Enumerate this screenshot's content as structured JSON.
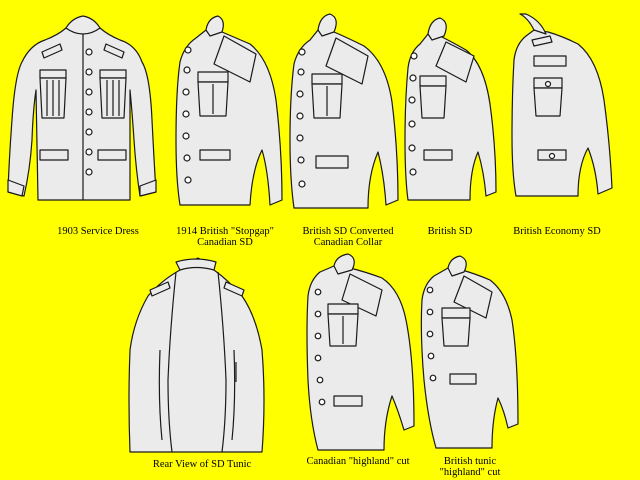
{
  "colors": {
    "background": "#ffff00",
    "garment": "#ebebeb",
    "outline": "#1a1a1a",
    "lining": "#f2e64a"
  },
  "tunics": [
    {
      "name": "1903-service-dress",
      "caption": [
        "1903 Service Dress"
      ]
    },
    {
      "name": "1914-british-stopgap",
      "caption": [
        "1914 British \"Stopgap\"",
        "Canadian SD"
      ]
    },
    {
      "name": "british-sd-converted",
      "caption": [
        "British SD Converted",
        "Canadian Collar"
      ]
    },
    {
      "name": "british-sd",
      "caption": [
        "British SD"
      ]
    },
    {
      "name": "british-economy-sd",
      "caption": [
        "British Economy SD"
      ]
    },
    {
      "name": "rear-view-sd",
      "caption": [
        "Rear View of SD Tunic"
      ]
    },
    {
      "name": "canadian-highland-cut",
      "caption": [
        "Canadian \"highland\" cut"
      ]
    },
    {
      "name": "british-tunic-highland-cut",
      "caption": [
        "British tunic",
        "\"highland\" cut"
      ]
    }
  ]
}
